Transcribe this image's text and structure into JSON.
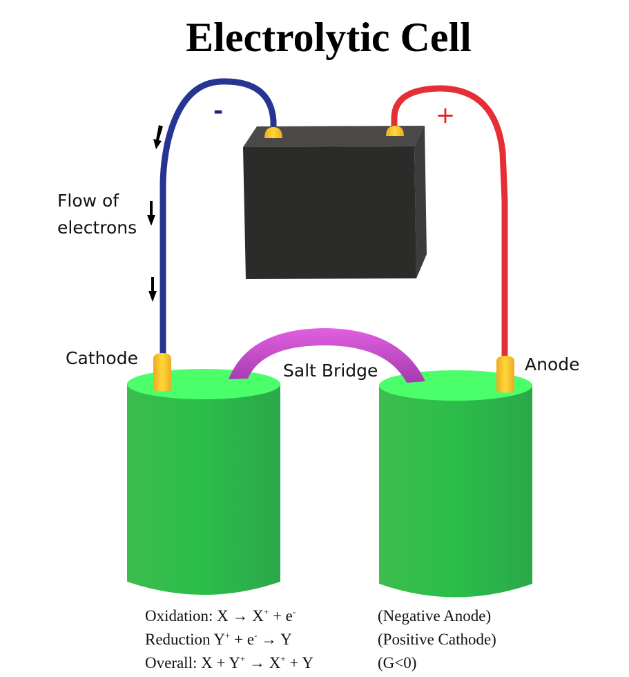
{
  "title": "Electrolytic Cell",
  "labels": {
    "flow_line1": "Flow of",
    "flow_line2": "electrons",
    "cathode": "Cathode",
    "anode": "Anode",
    "salt_bridge": "Salt Bridge",
    "negative_sign": "-",
    "positive_sign": "+"
  },
  "equations": [
    {
      "left_prefix": "Oxidation: X → X",
      "left_sup1": "+",
      "left_mid": " + e",
      "left_sup2": "-",
      "left_suffix": "",
      "right": "(Negative Anode)"
    },
    {
      "left_prefix": "Reduction Y",
      "left_sup1": "+",
      "left_mid": " + e",
      "left_sup2": "-",
      "left_suffix": " → Y",
      "right": "(Positive Cathode)"
    },
    {
      "left_prefix": "Overall: X + Y",
      "left_sup1": "+",
      "left_mid": " → X",
      "left_sup2": "+",
      "left_suffix": " + Y",
      "right": "(G<0)"
    }
  ],
  "colors": {
    "negative_wire": "#263593",
    "positive_wire": "#e52f36",
    "battery": "#2b2b29",
    "terminal": "#f5c518",
    "salt_bridge": "#c852d0",
    "beaker": "#2dbb4a",
    "beaker_top": "#4aff6a"
  }
}
